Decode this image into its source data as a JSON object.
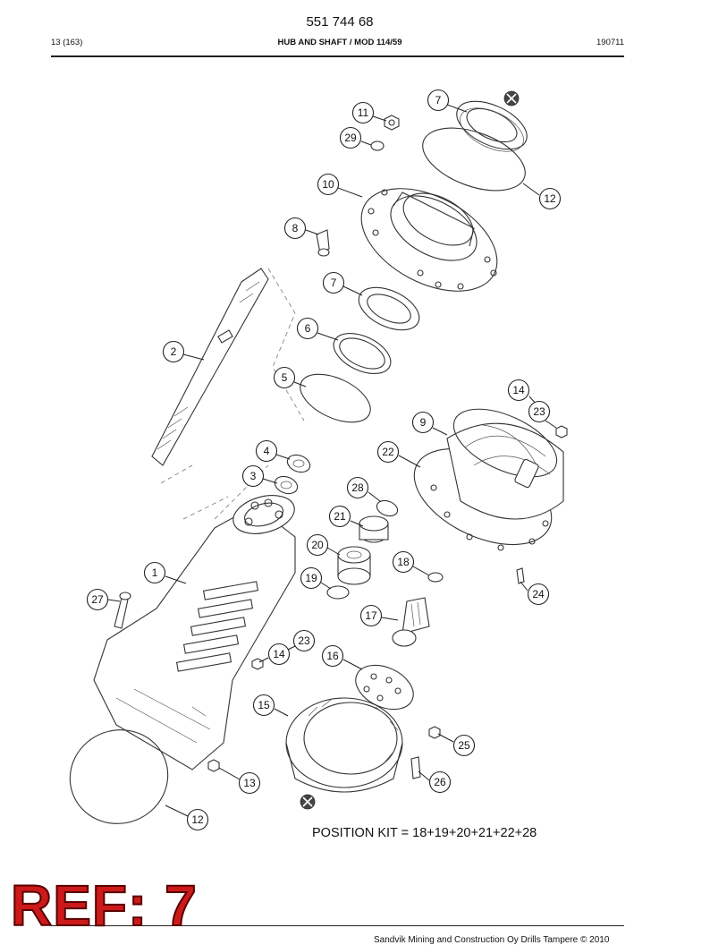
{
  "header": {
    "part_number": "551 744 68",
    "page_ref": "13 (163)",
    "title": "HUB AND SHAFT / MOD 114/59",
    "date_code": "190711"
  },
  "position_kit": "POSITION KIT = 18+19+20+21+22+28",
  "footer": "Sandvik Mining and Construction Oy Drills Tampere © 2010",
  "ref_stamp": "REF: 7",
  "callouts": [
    "7",
    "11",
    "29",
    "10",
    "12",
    "8",
    "7",
    "6",
    "2",
    "5",
    "14",
    "23",
    "9",
    "4",
    "22",
    "3",
    "28",
    "21",
    "20",
    "18",
    "1",
    "19",
    "24",
    "27",
    "17",
    "23",
    "14",
    "16",
    "15",
    "25",
    "13",
    "26",
    "12"
  ]
}
